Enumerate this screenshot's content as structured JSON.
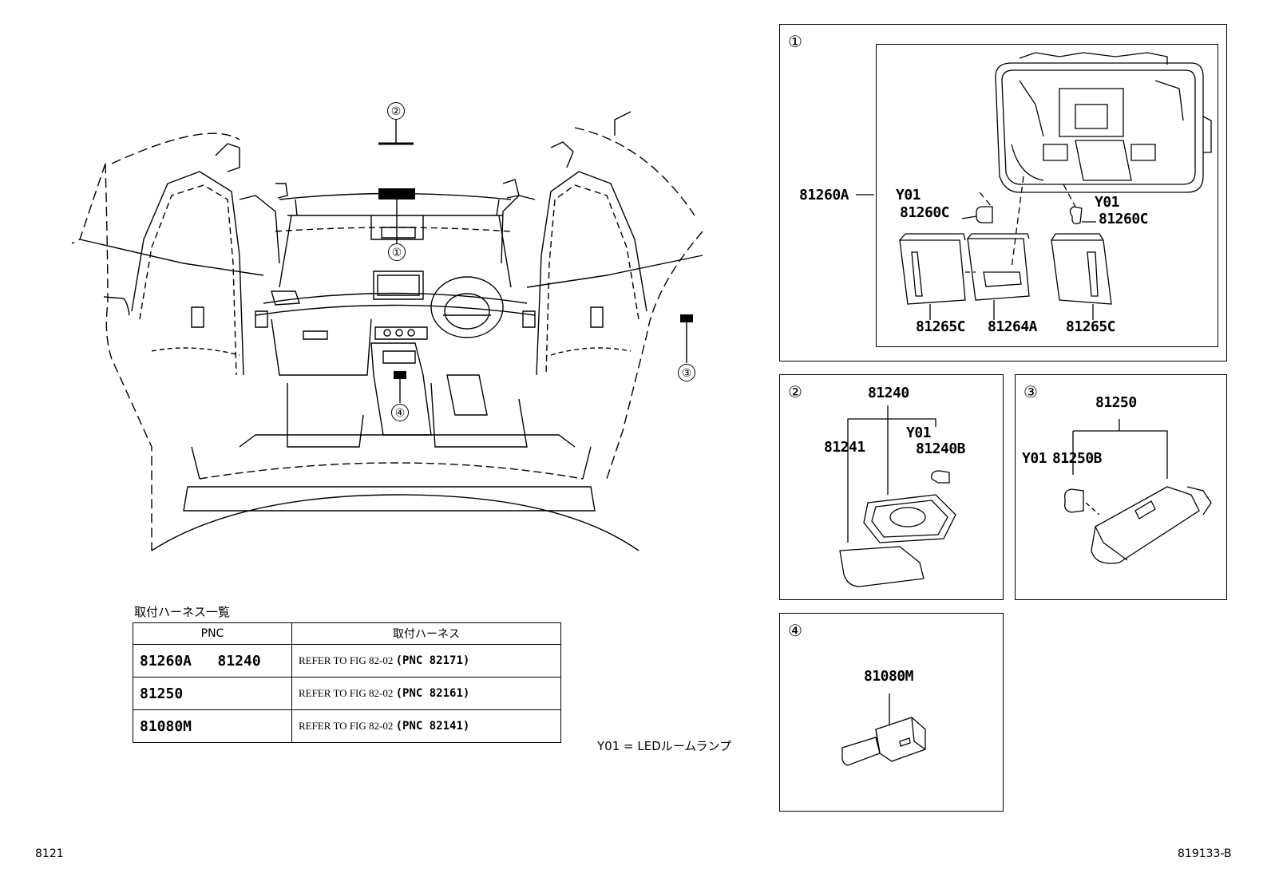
{
  "callouts": {
    "c1": "①",
    "c2": "②",
    "c3": "③",
    "c4": "④"
  },
  "panel1": {
    "circle": "①",
    "p81260A": "81260A",
    "y01_left": "Y01",
    "p81260C_left": "81260C",
    "y01_right": "Y01",
    "p81260C_right": "81260C",
    "p81265C_left": "81265C",
    "p81264A": "81264A",
    "p81265C_right": "81265C"
  },
  "panel2": {
    "circle": "②",
    "p81240": "81240",
    "p81241": "81241",
    "y01": "Y01",
    "p81240B": "81240B"
  },
  "panel3": {
    "circle": "③",
    "p81250": "81250",
    "y01": "Y01",
    "p81250B": "81250B"
  },
  "panel4": {
    "circle": "④",
    "p81080M": "81080M"
  },
  "harness_table": {
    "caption": "取付ハーネス一覧",
    "header_pnc": "PNC",
    "header_harness": "取付ハーネス",
    "rows": [
      {
        "pnc_a": "81260A",
        "pnc_b": "81240",
        "ref": "REFER TO FIG 82-02",
        "pnc_ref": "(PNC 82171)"
      },
      {
        "pnc_a": "81250",
        "pnc_b": "",
        "ref": "REFER TO FIG 82-02",
        "pnc_ref": "(PNC 82161)"
      },
      {
        "pnc_a": "81080M",
        "pnc_b": "",
        "ref": "REFER TO FIG 82-02",
        "pnc_ref": "(PNC 82141)"
      }
    ]
  },
  "legend": "Y01 = LEDルームランプ",
  "footer_left": "8121",
  "footer_right": "819133-B"
}
